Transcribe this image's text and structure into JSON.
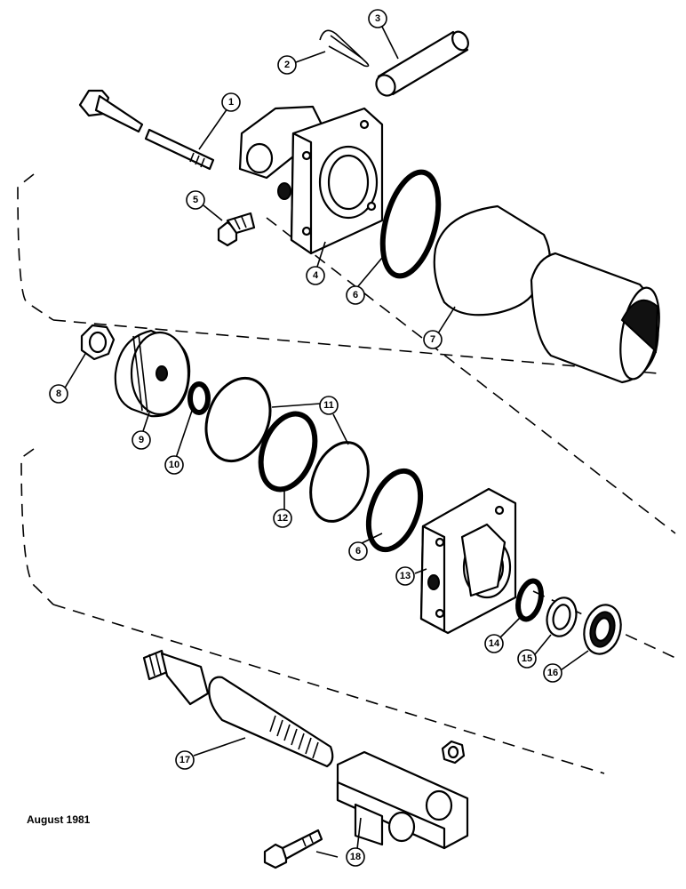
{
  "date_label": "August 1981",
  "callouts": [
    "1",
    "2",
    "3",
    "4",
    "5",
    "6",
    "7",
    "8",
    "9",
    "10",
    "11",
    "12",
    "6",
    "13",
    "14",
    "15",
    "16",
    "17",
    "18"
  ]
}
